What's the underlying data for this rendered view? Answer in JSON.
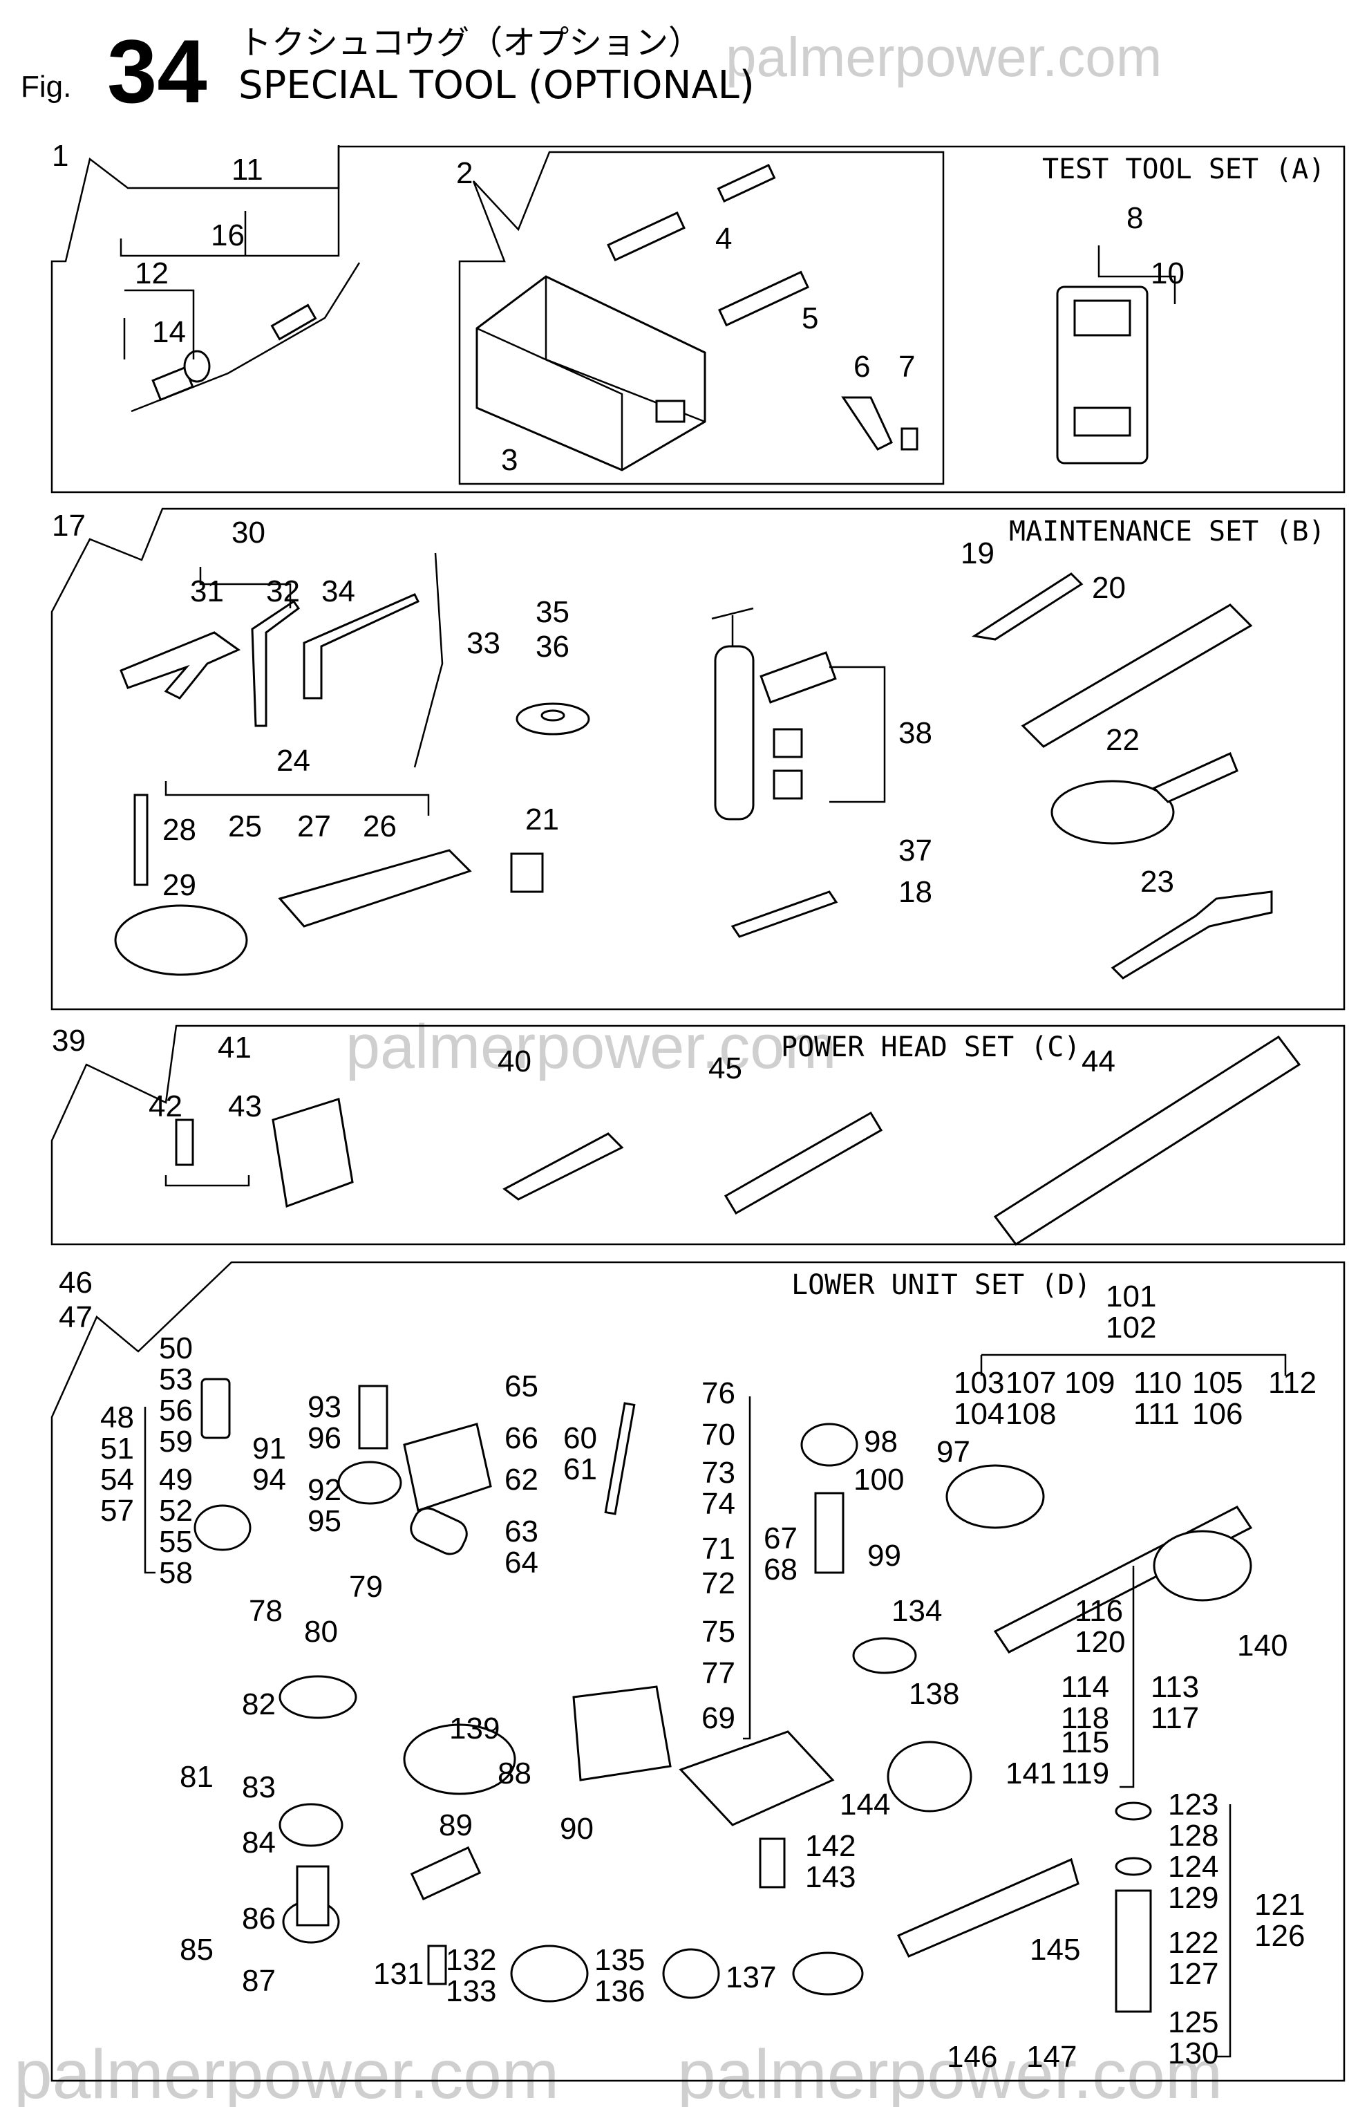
{
  "header": {
    "fig_prefix": "Fig.",
    "fig_number": "34",
    "title_jp": "トクシュコウグ（オプション）",
    "title_en": "SPECIAL TOOL (OPTIONAL)"
  },
  "watermarks": [
    "palmerpower.com",
    "palmerpower.com",
    "palmerpower.com",
    "palmerpower.com"
  ],
  "sections": {
    "a": {
      "title": "TEST TOOL SET (A)"
    },
    "b": {
      "title": "MAINTENANCE SET (B)"
    },
    "c": {
      "title": "POWER HEAD SET (C)"
    },
    "d": {
      "title": "LOWER UNIT SET (D)"
    }
  },
  "labels": [
    "1",
    "11",
    "16",
    "12",
    "14",
    "2",
    "4",
    "5",
    "6",
    "7",
    "3",
    "8",
    "10",
    "17",
    "30",
    "31",
    "32",
    "34",
    "33",
    "35",
    "36",
    "24",
    "28",
    "25",
    "27",
    "26",
    "29",
    "21",
    "38",
    "37",
    "18",
    "19",
    "20",
    "22",
    "23",
    "39",
    "41",
    "42",
    "43",
    "40",
    "45",
    "44",
    "46",
    "47",
    "50",
    "53",
    "56",
    "59",
    "48",
    "51",
    "54",
    "57",
    "49",
    "52",
    "55",
    "58",
    "93",
    "96",
    "91",
    "94",
    "92",
    "95",
    "65",
    "66",
    "60",
    "61",
    "62",
    "63",
    "64",
    "76",
    "70",
    "73",
    "74",
    "71",
    "72",
    "67",
    "68",
    "75",
    "77",
    "69",
    "98",
    "100",
    "97",
    "99",
    "101",
    "102",
    "103",
    "104",
    "107",
    "108",
    "109",
    "110",
    "111",
    "105",
    "106",
    "112",
    "79",
    "78",
    "80",
    "139",
    "134",
    "138",
    "116",
    "120",
    "114",
    "118",
    "113",
    "117",
    "115",
    "119",
    "140",
    "82",
    "81",
    "83",
    "84",
    "88",
    "89",
    "90",
    "144",
    "141",
    "142",
    "143",
    "86",
    "85",
    "87",
    "131",
    "132",
    "133",
    "135",
    "136",
    "137",
    "145",
    "123",
    "128",
    "124",
    "129",
    "121",
    "126",
    "122",
    "127",
    "125",
    "130",
    "146",
    "147"
  ]
}
